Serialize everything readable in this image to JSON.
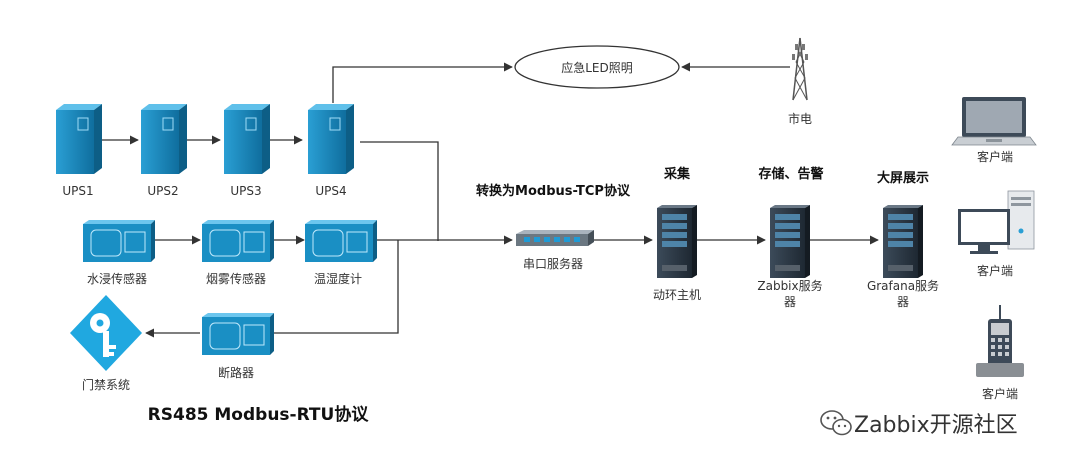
{
  "nodes": {
    "ups1": "UPS1",
    "ups2": "UPS2",
    "ups3": "UPS3",
    "ups4": "UPS4",
    "water": "水浸传感器",
    "smoke": "烟雾传感器",
    "temp": "温湿度计",
    "breaker": "断路器",
    "access": "门禁系统",
    "emergency_light": "应急LED照明",
    "city_power": "市电",
    "serial_server": "串口服务器",
    "env_host": "动环主机",
    "zabbix_l1": "Zabbix服务",
    "zabbix_l2": "器",
    "grafana_l1": "Grafana服务",
    "grafana_l2": "器",
    "client1": "客户端",
    "client2": "客户端",
    "client3": "客户端"
  },
  "headings": {
    "convert": "转换为Modbus-TCP协议",
    "collect": "采集",
    "store": "存储、告警",
    "display": "大屏展示",
    "protocol": "RS485 Modbus-RTU协议"
  },
  "watermark": "Zabbix开源社区",
  "colors": {
    "device": "#1a8fc4",
    "device_dark": "#0d5e86",
    "server": "#2c3a48",
    "line": "#333333"
  }
}
